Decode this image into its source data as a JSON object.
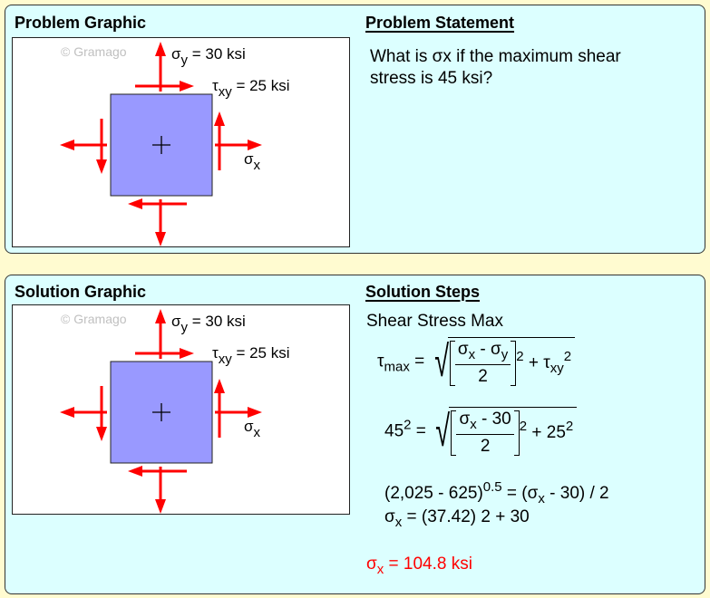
{
  "problem": {
    "graphic_title": "Problem Graphic",
    "statement_title": "Problem Statement",
    "statement": "What is σx if the maximum shear stress is 45 ksi?"
  },
  "solution": {
    "graphic_title": "Solution Graphic",
    "steps_title": "Solution Steps",
    "subtitle": "Shear Stress Max",
    "eq1_lhs": "τ",
    "eq1_lhs_sub": "max",
    "eq2_lhs": "45",
    "eq2_lhs_sup": "2",
    "eq2_num": "σ",
    "eq2_num_rest": " - 30",
    "eq2_tail": "+ 25",
    "eq3_a": "(2,025 - 625)",
    "eq3_sup": "0.5",
    "eq3_b": " = (σ",
    "eq3_c": " - 30) / 2",
    "eq4_a": "σ",
    "eq4_b": " = (37.42) 2 + 30",
    "answer_a": "σ",
    "answer_b": " = 104.8 ksi"
  },
  "diagram": {
    "watermark": "© Gramago",
    "sigma_y_label": "σ",
    "sigma_y_sub": "y",
    "sigma_y_value": " = 30 ksi",
    "tau_label": "τ",
    "tau_sub": "xy",
    "tau_value": " = 25 ksi",
    "sigma_x_label": "σ",
    "sigma_x_sub": "x",
    "element_color": "#9999ff",
    "arrow_color": "#ff0000"
  }
}
